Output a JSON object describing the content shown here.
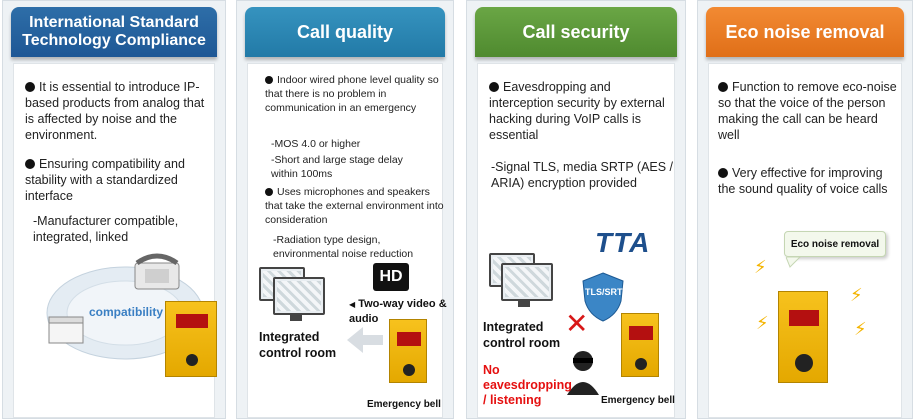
{
  "panels": {
    "compliance": {
      "title_line1": "International Standard",
      "title_line2": "Technology Compliance",
      "bullet1": "It is essential to introduce IP-based products from analog that is affected by noise and the environment.",
      "bullet2": "Ensuring compatibility and stability with a standardized interface",
      "sub1": "-Manufacturer compatible, integrated, linked",
      "image_label": "compatibility"
    },
    "quality": {
      "title": "Call quality",
      "bullet1": "Indoor wired phone level quality so that there is no problem in communication in an emergency",
      "sub1": "-MOS 4.0 or higher",
      "sub2": "-Short and large stage delay within 100ms",
      "bullet2": "Uses microphones and speakers that take the external environment into consideration",
      "sub3": "-Radiation type design, environmental noise reduction",
      "hd_badge": "HD",
      "video_label": "Two-way video & audio",
      "room_label": "Integrated control room",
      "bell_label": "Emergency bell"
    },
    "security": {
      "title": "Call security",
      "bullet1": "Eavesdropping and interception security by external hacking during VoIP calls is essential",
      "sub1": "-Signal TLS, media SRTP (AES / ARIA) encryption provided",
      "tta_logo": "TTA",
      "shield_text": "TLS/SRTP",
      "room_label": "Integrated control room",
      "warning_label": "No eavesdropping / listening",
      "bell_label": "Emergency bell"
    },
    "eco": {
      "title": "Eco noise removal",
      "bullet1": "Function to remove eco-noise so that the voice of the person making the call can be heard well",
      "bullet2": "Very effective for improving the sound quality of voice calls",
      "bubble_label": "Eco noise removal"
    }
  },
  "colors": {
    "compliance_header": "#1e5795",
    "quality_header": "#227aa7",
    "security_header": "#4f8a2f",
    "eco_header": "#e06f18",
    "warning_red": "#e51010"
  },
  "icons": [
    "phone-icon",
    "router-icon",
    "monitor-icon",
    "hd-camera-icon",
    "emergency-bell-icon",
    "tta-logo",
    "shield-icon",
    "cross-icon",
    "hacker-icon",
    "noise-spark-icon"
  ]
}
